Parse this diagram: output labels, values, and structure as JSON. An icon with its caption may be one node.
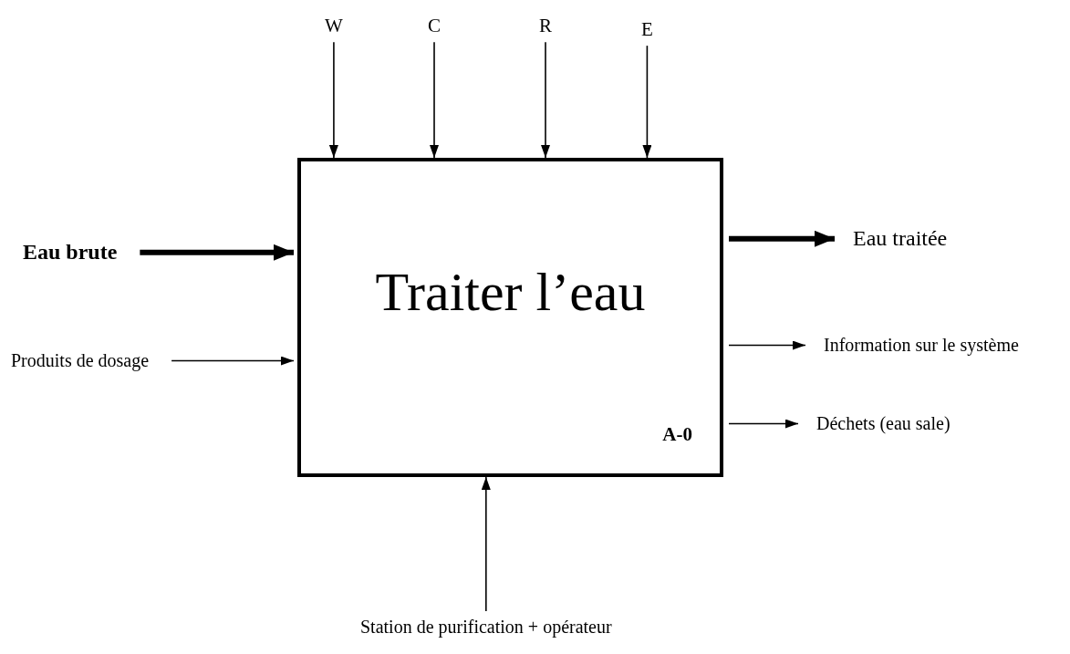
{
  "diagram": {
    "nodes": [
      {
        "text": [
          "W"
        ]
      },
      {
        "text": [
          "C"
        ]
      },
      {
        "text": [
          "R"
        ]
      },
      {
        "text": [
          "E"
        ]
      },
      {
        "text": [
          "Eau brute"
        ]
      },
      {
        "text": [
          "Traiter l’eau",
          "A-0"
        ]
      },
      {
        "text": [
          "Eau traitée"
        ]
      },
      {
        "text": [
          "Produits de dosage"
        ]
      },
      {
        "text": [
          "Information sur le système"
        ]
      },
      {
        "text": [
          "Déchets (eau sale)"
        ]
      },
      {
        "text": [
          "Station de purification + opérateur"
        ]
      }
    ],
    "edges": [
      {
        "from": 0,
        "to": 5,
        "arrow": "to"
      },
      {
        "from": 1,
        "to": 5,
        "arrow": "to"
      },
      {
        "from": 2,
        "to": 5,
        "arrow": "to"
      },
      {
        "from": 3,
        "to": 5,
        "arrow": "to"
      },
      {
        "from": 4,
        "to": 5,
        "arrow": "to",
        "style": "thick"
      },
      {
        "from": 5,
        "to": 6,
        "arrow": "to",
        "style": "thick"
      },
      {
        "from": 7,
        "to": 5,
        "arrow": "to"
      },
      {
        "from": 5,
        "to": 8,
        "arrow": "to"
      },
      {
        "from": 5,
        "to": 9,
        "arrow": "to"
      },
      {
        "from": 10,
        "to": 5,
        "arrow": "to"
      }
    ]
  }
}
